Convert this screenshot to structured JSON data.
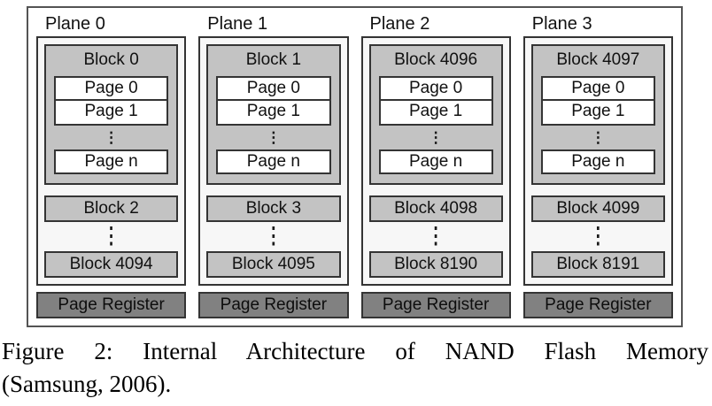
{
  "diagram": {
    "ellipsis": "⋮",
    "colors": {
      "block_fill": "#c3c3c3",
      "plane_fill": "#f7f7f7",
      "register_fill": "#818181",
      "border_dark": "#343434",
      "border_outer": "#545454"
    },
    "planes": [
      {
        "label": "Plane 0",
        "top_block": {
          "label": "Block 0",
          "pages": [
            "Page 0",
            "Page 1"
          ],
          "page_n": "Page n"
        },
        "mid_block": "Block 2",
        "bottom_block": "Block 4094",
        "register": "Page Register"
      },
      {
        "label": "Plane 1",
        "top_block": {
          "label": "Block 1",
          "pages": [
            "Page 0",
            "Page 1"
          ],
          "page_n": "Page n"
        },
        "mid_block": "Block 3",
        "bottom_block": "Block 4095",
        "register": "Page Register"
      },
      {
        "label": "Plane 2",
        "top_block": {
          "label": "Block 4096",
          "pages": [
            "Page 0",
            "Page 1"
          ],
          "page_n": "Page n"
        },
        "mid_block": "Block 4098",
        "bottom_block": "Block 8190",
        "register": "Page Register"
      },
      {
        "label": "Plane 3",
        "top_block": {
          "label": "Block 4097",
          "pages": [
            "Page 0",
            "Page 1"
          ],
          "page_n": "Page n"
        },
        "mid_block": "Block 4099",
        "bottom_block": "Block 8191",
        "register": "Page Register"
      }
    ]
  },
  "caption": {
    "line1": "Figure 2: Internal Architecture of NAND Flash Memory",
    "line2": "(Samsung, 2006)."
  }
}
